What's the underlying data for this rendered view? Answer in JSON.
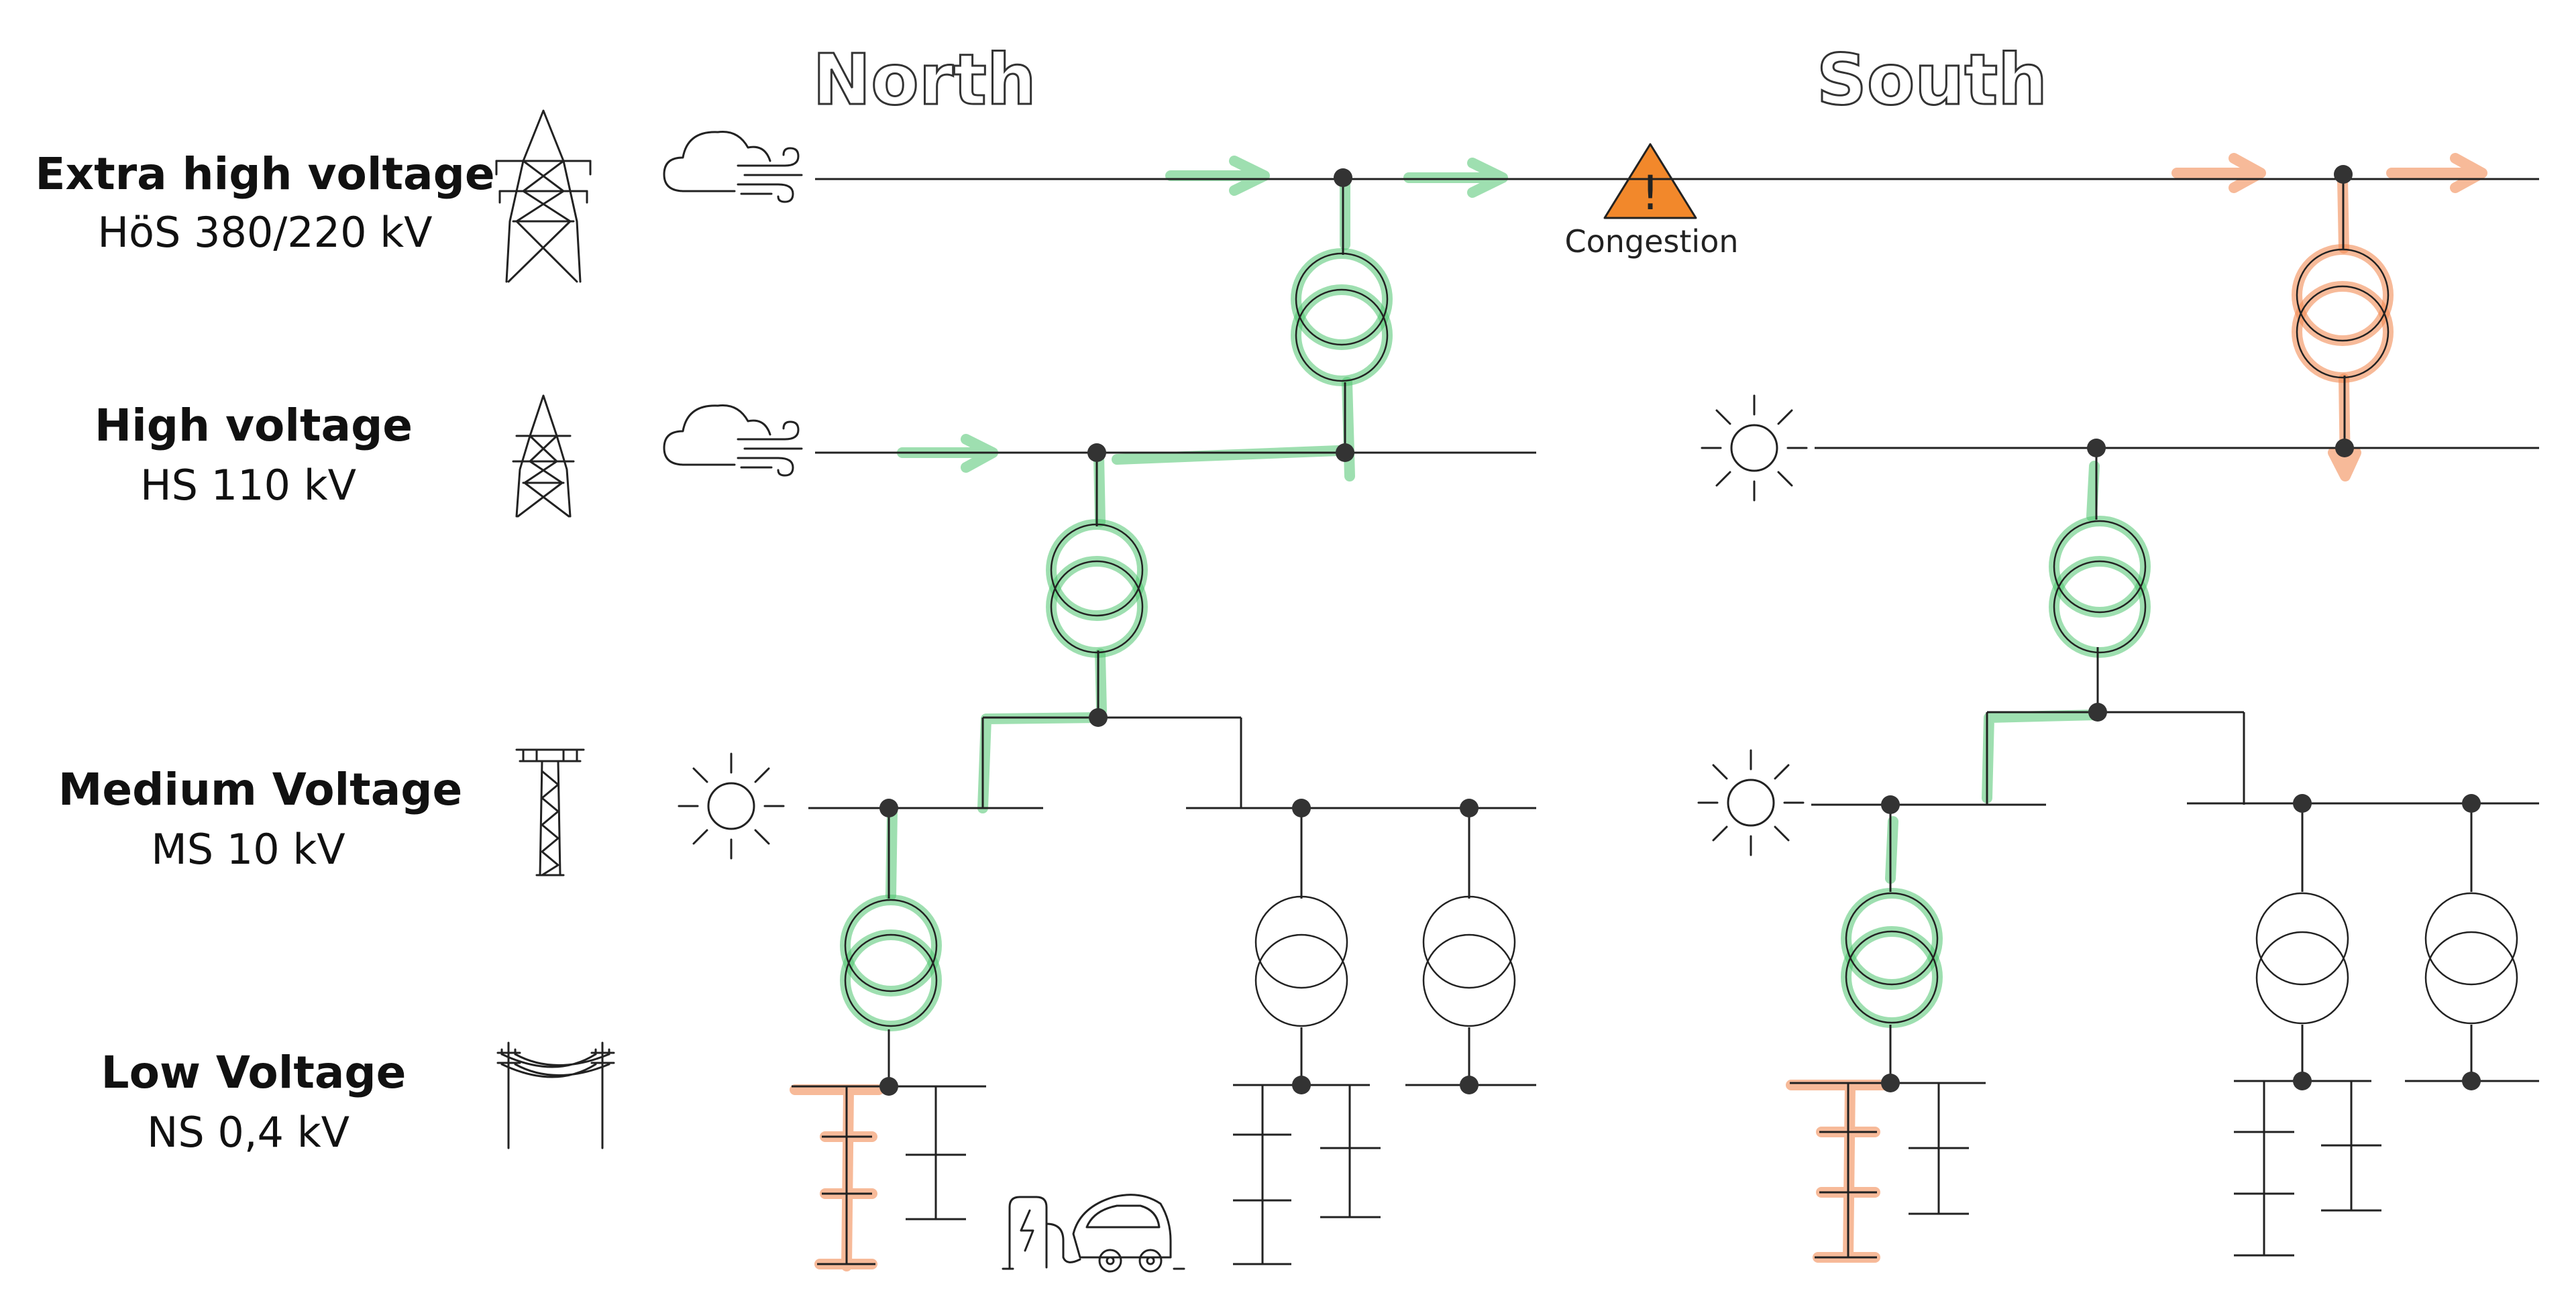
{
  "levels": [
    {
      "title": "Extra high voltage",
      "sub": "HöS 380/220 kV"
    },
    {
      "title": "High voltage",
      "sub": "HS 110 kV"
    },
    {
      "title": "Medium Voltage",
      "sub": "MS 10 kV"
    },
    {
      "title": "Low Voltage",
      "sub": "NS 0,4 kV"
    }
  ],
  "regions": {
    "north": "North",
    "south": "South"
  },
  "warning": {
    "label": "Congestion",
    "symbol": "!"
  },
  "colors": {
    "green_flow": "#4fc46f",
    "orange_flow": "#f28c55",
    "warning": "#f2882b",
    "line": "#222222"
  },
  "icons": {
    "ehv": "transmission-tower-icon",
    "hv": "transmission-tower-icon",
    "mv": "lattice-pole-icon",
    "lv": "power-pole-icon",
    "wind": "wind-cloud-icon",
    "sun": "sun-icon",
    "ev": "ev-charging-icon"
  }
}
